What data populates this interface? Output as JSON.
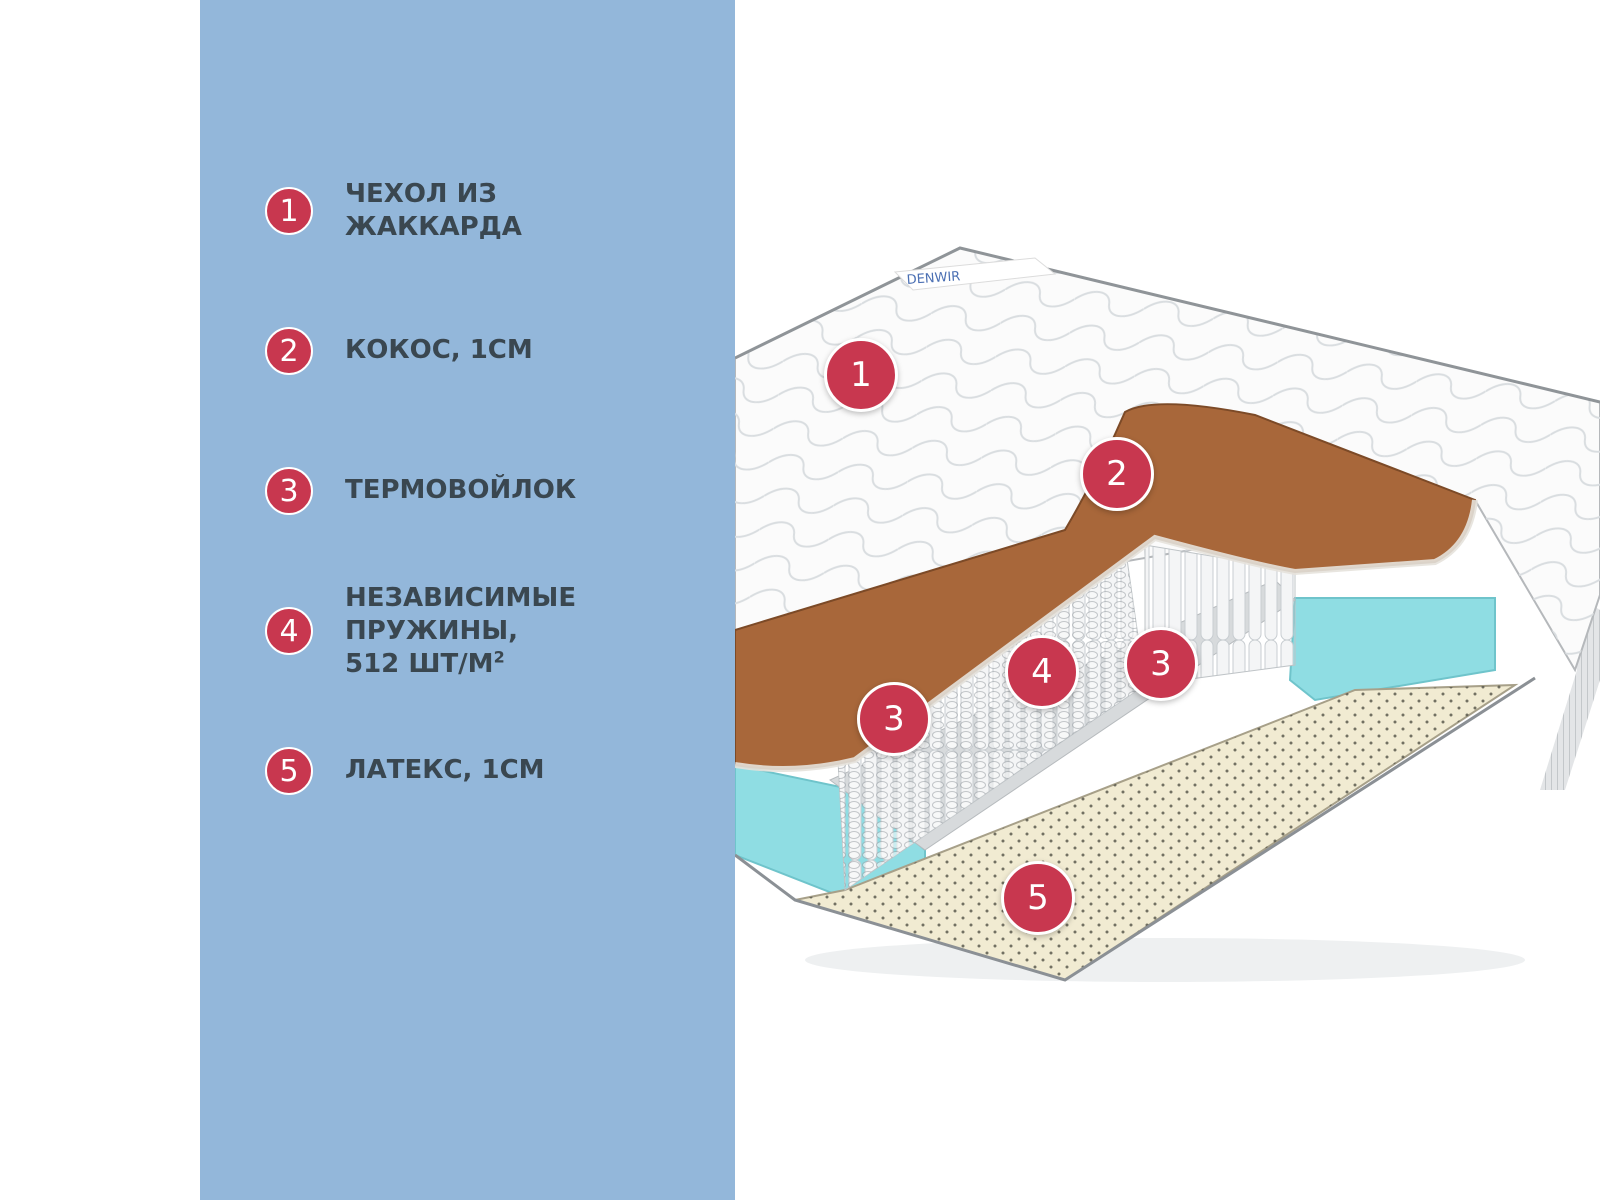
{
  "legend": [
    {
      "number": "1",
      "lines": [
        "ЧЕХОЛ ИЗ",
        "ЖАККАРДА"
      ]
    },
    {
      "number": "2",
      "lines": [
        "КОКОС, 1СМ"
      ]
    },
    {
      "number": "3",
      "lines": [
        "ТЕРМОВОЙЛОК"
      ]
    },
    {
      "number": "4",
      "lines": [
        "НЕЗАВИСИМЫЕ",
        "ПРУЖИНЫ,",
        "512 ШТ/М"
      ],
      "superscript": "2"
    },
    {
      "number": "5",
      "lines": [
        "ЛАТЕКС, 1СМ"
      ]
    }
  ],
  "illustration": {
    "brand_label": "DENWIR",
    "markers": [
      "1",
      "2",
      "3",
      "4",
      "3",
      "5"
    ]
  },
  "colors": {
    "panel": "#93b7da",
    "badge": "#c8374f",
    "text": "#3a4750",
    "coconut": "#a8673a",
    "foam": "#8fdde3",
    "latex": "#f1ebd2"
  }
}
